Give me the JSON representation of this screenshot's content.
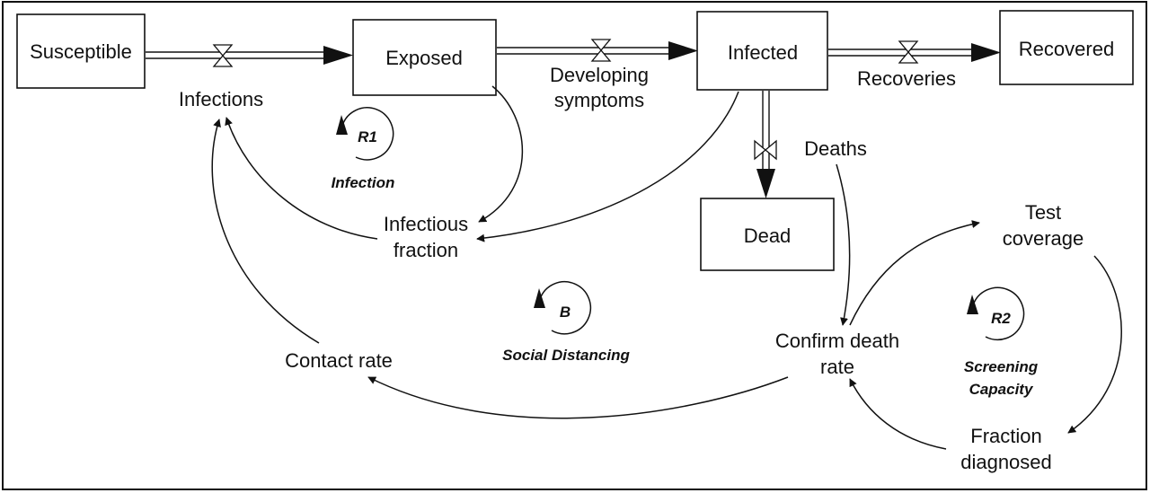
{
  "stocks": {
    "susceptible": "Susceptible",
    "exposed": "Exposed",
    "infected": "Infected",
    "recovered": "Recovered",
    "dead": "Dead"
  },
  "flows": {
    "infections": "Infections",
    "developing_symptoms": [
      "Developing",
      "symptoms"
    ],
    "recoveries": "Recoveries",
    "deaths": "Deaths"
  },
  "variables": {
    "infectious_fraction": [
      "Infectious",
      "fraction"
    ],
    "contact_rate": "Contact rate",
    "confirm_death_rate": [
      "Confirm death",
      "rate"
    ],
    "test_coverage": [
      "Test",
      "coverage"
    ],
    "fraction_diagnosed": [
      "Fraction",
      "diagnosed"
    ]
  },
  "loops": {
    "r1": {
      "id": "R1",
      "name": [
        "Infection"
      ]
    },
    "b": {
      "id": "B",
      "name": [
        "Social Distancing"
      ]
    },
    "r2": {
      "id": "R2",
      "name": [
        "Screening",
        "Capacity"
      ]
    }
  }
}
